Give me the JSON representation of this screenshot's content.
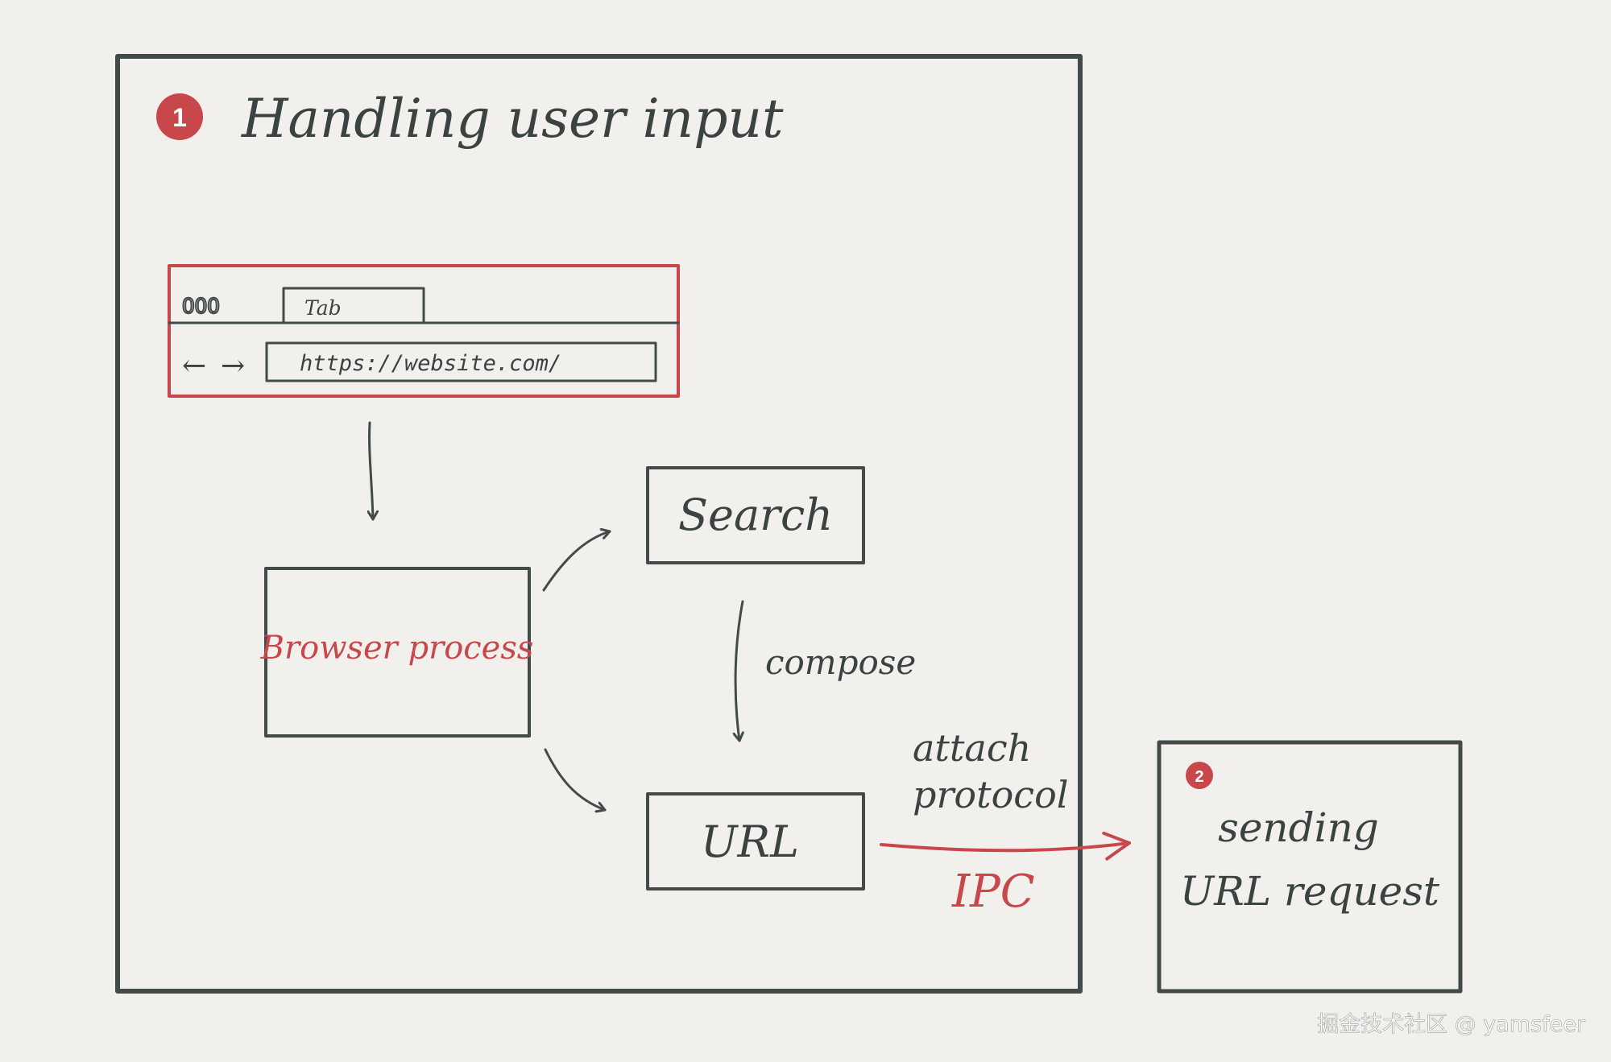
{
  "step1": {
    "number": "1",
    "title": "Handling user input"
  },
  "browser_window": {
    "dots_label": "OOO",
    "tab_label": "Tab",
    "back_arrow": "←",
    "forward_arrow": "→",
    "url": "https://website.com/"
  },
  "nodes": {
    "browser_process": "Browser process",
    "search": "Search",
    "url": "URL"
  },
  "edges": {
    "compose": "compose",
    "attach_line1": "attach",
    "attach_line2": "protocol",
    "ipc": "IPC"
  },
  "step2": {
    "number": "2",
    "line1": "sending",
    "line2": "URL request"
  },
  "watermark": "掘金技术社区 @ yamsfeer",
  "colors": {
    "ink": "#434b4a",
    "accent": "#c8474b",
    "paper": "#f1f0ec"
  }
}
